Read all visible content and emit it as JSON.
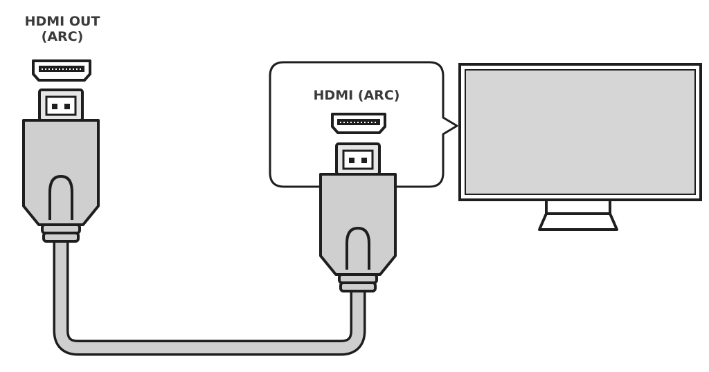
{
  "source_port": {
    "label_line1": "HDMI OUT",
    "label_line2": "(ARC)"
  },
  "tv_port": {
    "label": "HDMI (ARC)"
  },
  "colors": {
    "outline": "#1e1e1e",
    "plug_body": "#cfcfcf",
    "plug_head": "#e6e6e6",
    "screen": "#d6d6d6",
    "text": "#3a3a3a",
    "background": "#ffffff"
  }
}
